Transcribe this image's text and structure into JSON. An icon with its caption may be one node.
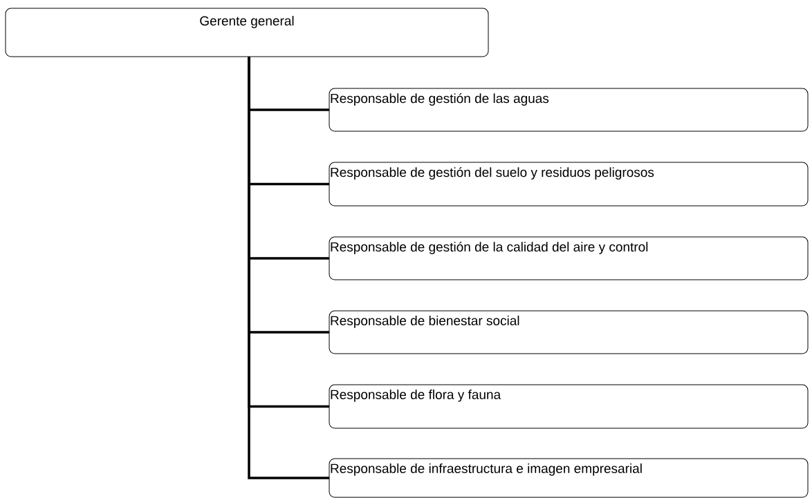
{
  "diagram": {
    "nodes": [
      {
        "text": [
          "Gerente general"
        ]
      },
      {
        "text": [
          "Responsable de gestión de las aguas"
        ]
      },
      {
        "text": [
          "Responsable de gestión del suelo y residuos peligrosos"
        ]
      },
      {
        "text": [
          "Responsable de gestión de la calidad del aire y control"
        ]
      },
      {
        "text": [
          "Responsable de bienestar social"
        ]
      },
      {
        "text": [
          "Responsable de flora y fauna"
        ]
      },
      {
        "text": [
          "Responsable de infraestructura e imagen empresarial"
        ]
      }
    ],
    "edges": [
      {
        "from": 0,
        "to": 1,
        "arrow": "none"
      },
      {
        "from": 0,
        "to": 2,
        "arrow": "none"
      },
      {
        "from": 0,
        "to": 3,
        "arrow": "none"
      },
      {
        "from": 0,
        "to": 4,
        "arrow": "none"
      },
      {
        "from": 0,
        "to": 5,
        "arrow": "none"
      },
      {
        "from": 0,
        "to": 6,
        "arrow": "none"
      }
    ]
  }
}
